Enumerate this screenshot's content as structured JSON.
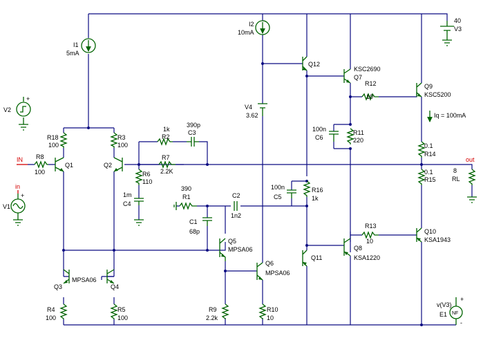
{
  "colors": {
    "wire": "#0a0a82",
    "component": "#006400",
    "text": "#000000",
    "port": "#d40000",
    "background": "#ffffff"
  },
  "labels": {
    "I1": "I1",
    "I1v": "5mA",
    "I2": "I2",
    "I2v": "10mA",
    "V3v": "40",
    "V3": "V3",
    "V2": "V2",
    "V1": "V1",
    "in": "in",
    "V4": "V4",
    "V4v": "3.62",
    "R18": "R18",
    "R18v": "100",
    "R3": "R3",
    "R3v": "100",
    "IN": "IN",
    "R8": "R8",
    "R8v": "100",
    "Q1": "Q1",
    "Q2": "Q2",
    "R2v": "1k",
    "R2": "R2",
    "C3v": "390p",
    "C3": "C3",
    "R7": "R7",
    "R7v": "2.2K",
    "R6": "R6",
    "R6v": "110",
    "C4v": "1m",
    "C4": "C4",
    "R1v": "390",
    "R1": "R1",
    "C2": "C2",
    "C2v": "1n2",
    "C1": "C1",
    "C1v": "68p",
    "Q5": "Q5",
    "Q5t": "MPSA06",
    "Q6": "Q6",
    "Q6t": "MPSA06",
    "Q3": "Q3",
    "Q4": "Q4",
    "MPSA": "MPSA06",
    "R4": "R4",
    "R4v": "100",
    "R5": "R5",
    "R5v": "100",
    "R9": "R9",
    "R9v": "2.2k",
    "R10": "R10",
    "R10v": "10",
    "Q12": "Q12",
    "Q7": "Q7",
    "Q7t": "KSC2690",
    "R12": "R12",
    "R12v": "10",
    "Q9": "Q9",
    "Q9t": "KSC5200",
    "Iq": "Iq = 100mA",
    "C6v": "100n",
    "C6": "C6",
    "R11": "R11",
    "R11v": "220",
    "R14v": "0.1",
    "R14": "R14",
    "R15v": "0.1",
    "R15": "R15",
    "out": "out",
    "RLv": "8",
    "RL": "RL",
    "C5v": "100n",
    "C5": "C5",
    "R16": "R16",
    "R16v": "1k",
    "Q11": "Q11",
    "Q8": "Q8",
    "Q8t": "KSA1220",
    "R13": "R13",
    "R13v": "10",
    "Q10": "Q10",
    "Q10t": "KSA1943",
    "E1f": "v(V3)",
    "E1": "E1",
    "NF": "NF"
  }
}
